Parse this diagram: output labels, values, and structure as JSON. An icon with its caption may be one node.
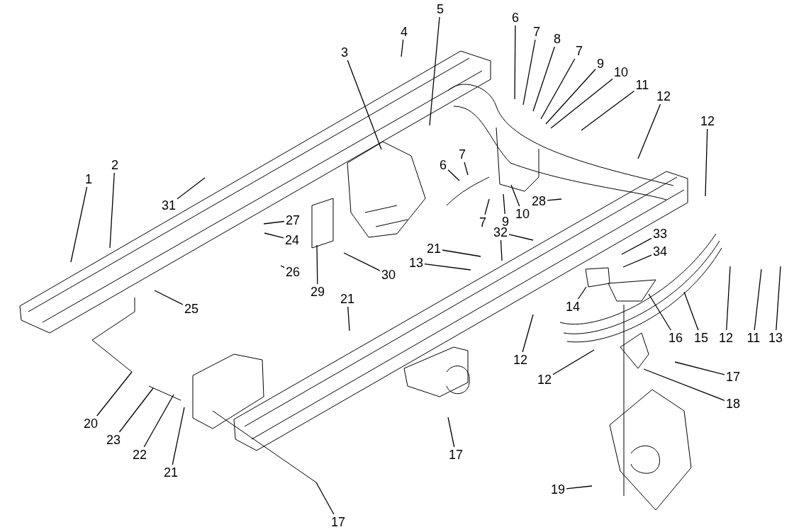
{
  "diagram": {
    "nodes": [
      {
        "text": [
          "1"
        ]
      },
      {
        "text": [
          "2"
        ]
      },
      {
        "text": [
          "3"
        ]
      },
      {
        "text": [
          "4"
        ]
      },
      {
        "text": [
          "5"
        ]
      },
      {
        "text": [
          "6"
        ]
      },
      {
        "text": [
          "7"
        ]
      },
      {
        "text": [
          "8"
        ]
      },
      {
        "text": [
          "7"
        ]
      },
      {
        "text": [
          "9"
        ]
      },
      {
        "text": [
          "10"
        ]
      },
      {
        "text": [
          "11"
        ]
      },
      {
        "text": [
          "12"
        ]
      },
      {
        "text": [
          "12"
        ]
      },
      {
        "text": [
          "6"
        ]
      },
      {
        "text": [
          "7"
        ]
      },
      {
        "text": [
          "7"
        ]
      },
      {
        "text": [
          "9"
        ]
      },
      {
        "text": [
          "10"
        ]
      },
      {
        "text": [
          "28"
        ]
      },
      {
        "text": [
          "32"
        ]
      },
      {
        "text": [
          "21"
        ]
      },
      {
        "text": [
          "13"
        ]
      },
      {
        "text": [
          "33"
        ]
      },
      {
        "text": [
          "34"
        ]
      },
      {
        "text": [
          "14"
        ]
      },
      {
        "text": [
          "16"
        ]
      },
      {
        "text": [
          "15"
        ]
      },
      {
        "text": [
          "12"
        ]
      },
      {
        "text": [
          "11"
        ]
      },
      {
        "text": [
          "13"
        ]
      },
      {
        "text": [
          "12"
        ]
      },
      {
        "text": [
          "12"
        ]
      },
      {
        "text": [
          "17"
        ]
      },
      {
        "text": [
          "18"
        ]
      },
      {
        "text": [
          "17"
        ]
      },
      {
        "text": [
          "19"
        ]
      },
      {
        "text": [
          "31"
        ]
      },
      {
        "text": [
          "27"
        ]
      },
      {
        "text": [
          "24"
        ]
      },
      {
        "text": [
          "26"
        ]
      },
      {
        "text": [
          "29"
        ]
      },
      {
        "text": [
          "30"
        ]
      },
      {
        "text": [
          "25"
        ]
      },
      {
        "text": [
          "21"
        ]
      },
      {
        "text": [
          "20"
        ]
      },
      {
        "text": [
          "23"
        ]
      },
      {
        "text": [
          "22"
        ]
      },
      {
        "text": [
          "21"
        ]
      },
      {
        "text": [
          "17"
        ]
      }
    ],
    "edges": [
      {
        "from": 0,
        "to": null,
        "arrow": "none"
      },
      {
        "from": 1,
        "to": null,
        "arrow": "none"
      },
      {
        "from": 2,
        "to": null,
        "arrow": "none"
      },
      {
        "from": 3,
        "to": null,
        "arrow": "none"
      },
      {
        "from": 4,
        "to": null,
        "arrow": "none"
      },
      {
        "from": 5,
        "to": null,
        "arrow": "none"
      },
      {
        "from": 6,
        "to": null,
        "arrow": "none"
      },
      {
        "from": 7,
        "to": null,
        "arrow": "none"
      },
      {
        "from": 8,
        "to": null,
        "arrow": "none"
      },
      {
        "from": 9,
        "to": null,
        "arrow": "none"
      },
      {
        "from": 10,
        "to": null,
        "arrow": "none"
      },
      {
        "from": 11,
        "to": null,
        "arrow": "none"
      },
      {
        "from": 12,
        "to": null,
        "arrow": "none"
      },
      {
        "from": 13,
        "to": null,
        "arrow": "none"
      },
      {
        "from": 14,
        "to": null,
        "arrow": "none"
      },
      {
        "from": 15,
        "to": null,
        "arrow": "none"
      },
      {
        "from": 16,
        "to": null,
        "arrow": "none"
      },
      {
        "from": 17,
        "to": null,
        "arrow": "none"
      },
      {
        "from": 18,
        "to": null,
        "arrow": "none"
      },
      {
        "from": 19,
        "to": null,
        "arrow": "none"
      },
      {
        "from": 20,
        "to": null,
        "arrow": "none"
      },
      {
        "from": 20,
        "to": null,
        "arrow": "none"
      },
      {
        "from": 21,
        "to": null,
        "arrow": "none"
      },
      {
        "from": 22,
        "to": null,
        "arrow": "none"
      },
      {
        "from": 23,
        "to": null,
        "arrow": "none"
      },
      {
        "from": 24,
        "to": null,
        "arrow": "none"
      },
      {
        "from": 25,
        "to": null,
        "arrow": "none"
      },
      {
        "from": 26,
        "to": null,
        "arrow": "none"
      },
      {
        "from": 27,
        "to": null,
        "arrow": "none"
      },
      {
        "from": 28,
        "to": null,
        "arrow": "none"
      },
      {
        "from": 29,
        "to": null,
        "arrow": "none"
      },
      {
        "from": 30,
        "to": null,
        "arrow": "none"
      },
      {
        "from": 31,
        "to": null,
        "arrow": "none"
      },
      {
        "from": 32,
        "to": null,
        "arrow": "none"
      },
      {
        "from": 33,
        "to": null,
        "arrow": "none"
      },
      {
        "from": 34,
        "to": null,
        "arrow": "none"
      },
      {
        "from": 35,
        "to": null,
        "arrow": "none"
      },
      {
        "from": 36,
        "to": null,
        "arrow": "none"
      },
      {
        "from": 37,
        "to": null,
        "arrow": "none"
      },
      {
        "from": 38,
        "to": null,
        "arrow": "none"
      },
      {
        "from": 39,
        "to": null,
        "arrow": "none"
      },
      {
        "from": 40,
        "to": null,
        "arrow": "none"
      },
      {
        "from": 41,
        "to": null,
        "arrow": "none"
      },
      {
        "from": 42,
        "to": null,
        "arrow": "none"
      },
      {
        "from": 43,
        "to": null,
        "arrow": "none"
      },
      {
        "from": 44,
        "to": null,
        "arrow": "none"
      },
      {
        "from": 45,
        "to": null,
        "arrow": "none"
      },
      {
        "from": 46,
        "to": null,
        "arrow": "none"
      },
      {
        "from": 47,
        "to": null,
        "arrow": "none"
      },
      {
        "from": 48,
        "to": null,
        "arrow": "none"
      },
      {
        "from": 49,
        "to": null,
        "arrow": "none"
      }
    ]
  }
}
